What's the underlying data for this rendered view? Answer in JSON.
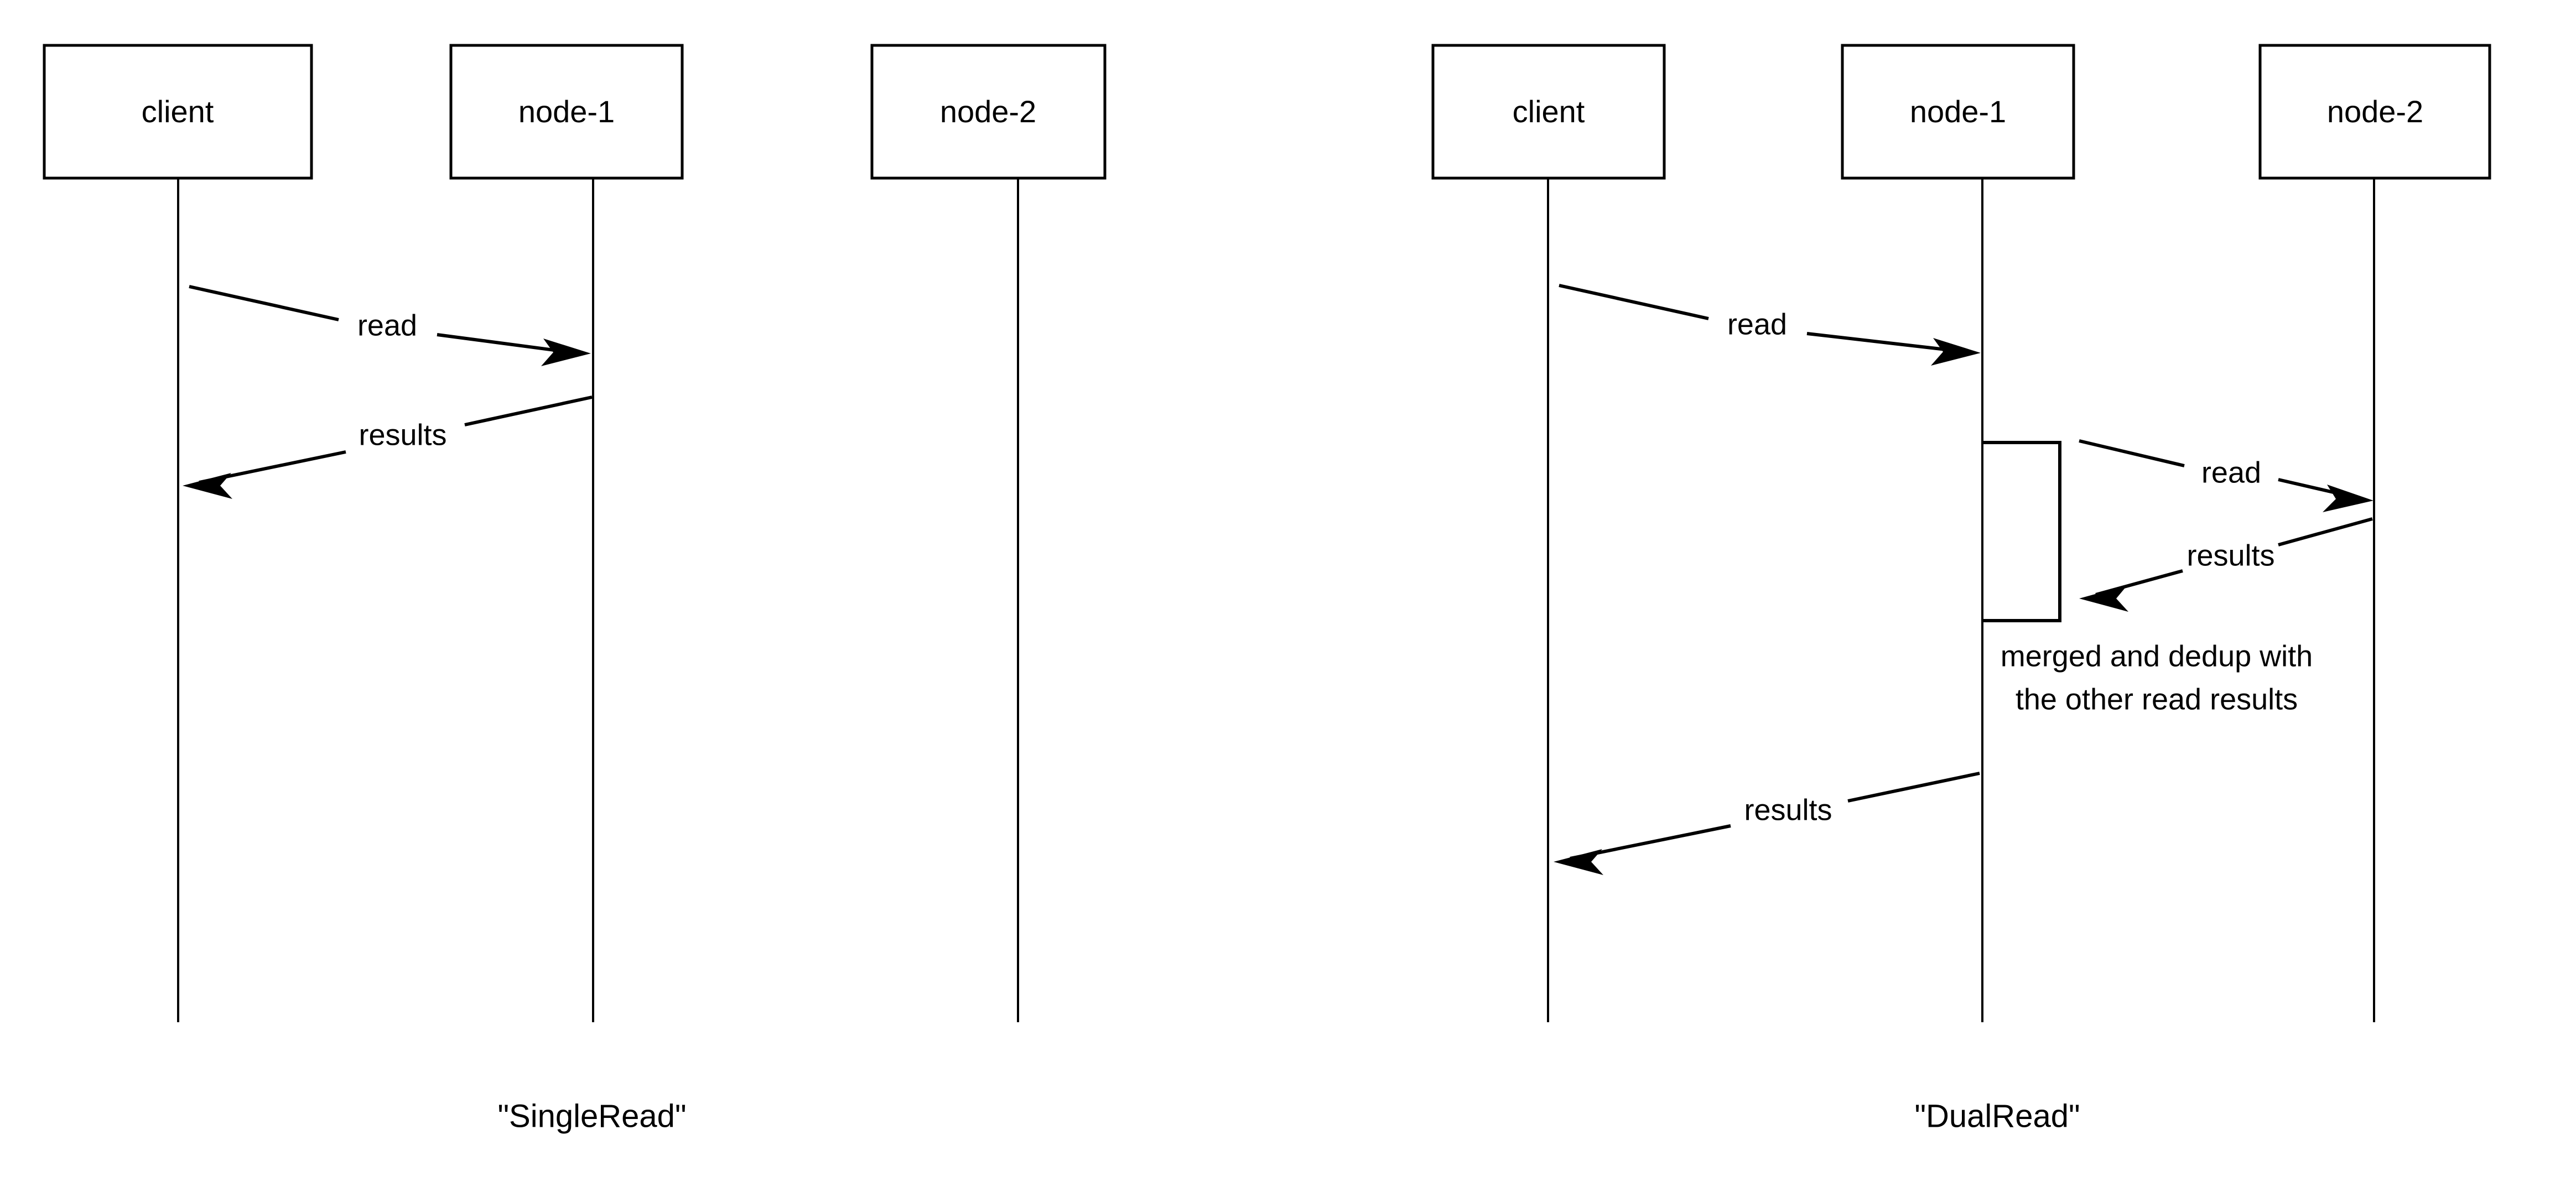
{
  "diagram": {
    "type": "sequence-diagram",
    "background_color": "#ffffff",
    "line_color": "#000000",
    "panels": [
      {
        "id": "single-read",
        "caption": "\"SingleRead\"",
        "participants": [
          {
            "id": "client",
            "label": "client"
          },
          {
            "id": "node-1",
            "label": "node-1"
          },
          {
            "id": "node-2",
            "label": "node-2"
          }
        ],
        "messages": [
          {
            "id": "m1",
            "label": "read",
            "from": "client",
            "to": "node-1",
            "direction": "right"
          },
          {
            "id": "m2",
            "label": "results",
            "from": "node-1",
            "to": "client",
            "direction": "left"
          }
        ],
        "activations": [],
        "notes": []
      },
      {
        "id": "dual-read",
        "caption": "\"DualRead\"",
        "participants": [
          {
            "id": "client",
            "label": "client"
          },
          {
            "id": "node-1",
            "label": "node-1"
          },
          {
            "id": "node-2",
            "label": "node-2"
          }
        ],
        "messages": [
          {
            "id": "m1",
            "label": "read",
            "from": "client",
            "to": "node-1",
            "direction": "right"
          },
          {
            "id": "m2",
            "label": "read",
            "from": "node-1",
            "to": "node-2",
            "direction": "right"
          },
          {
            "id": "m3",
            "label": "results",
            "from": "node-2",
            "to": "node-1",
            "direction": "left"
          },
          {
            "id": "m4",
            "label": "results",
            "from": "node-1",
            "to": "client",
            "direction": "left"
          }
        ],
        "activations": [
          {
            "id": "a1",
            "on": "node-1"
          }
        ],
        "notes": [
          {
            "id": "n1",
            "line1": "merged and dedup with",
            "line2": "the other read results"
          }
        ]
      }
    ]
  }
}
